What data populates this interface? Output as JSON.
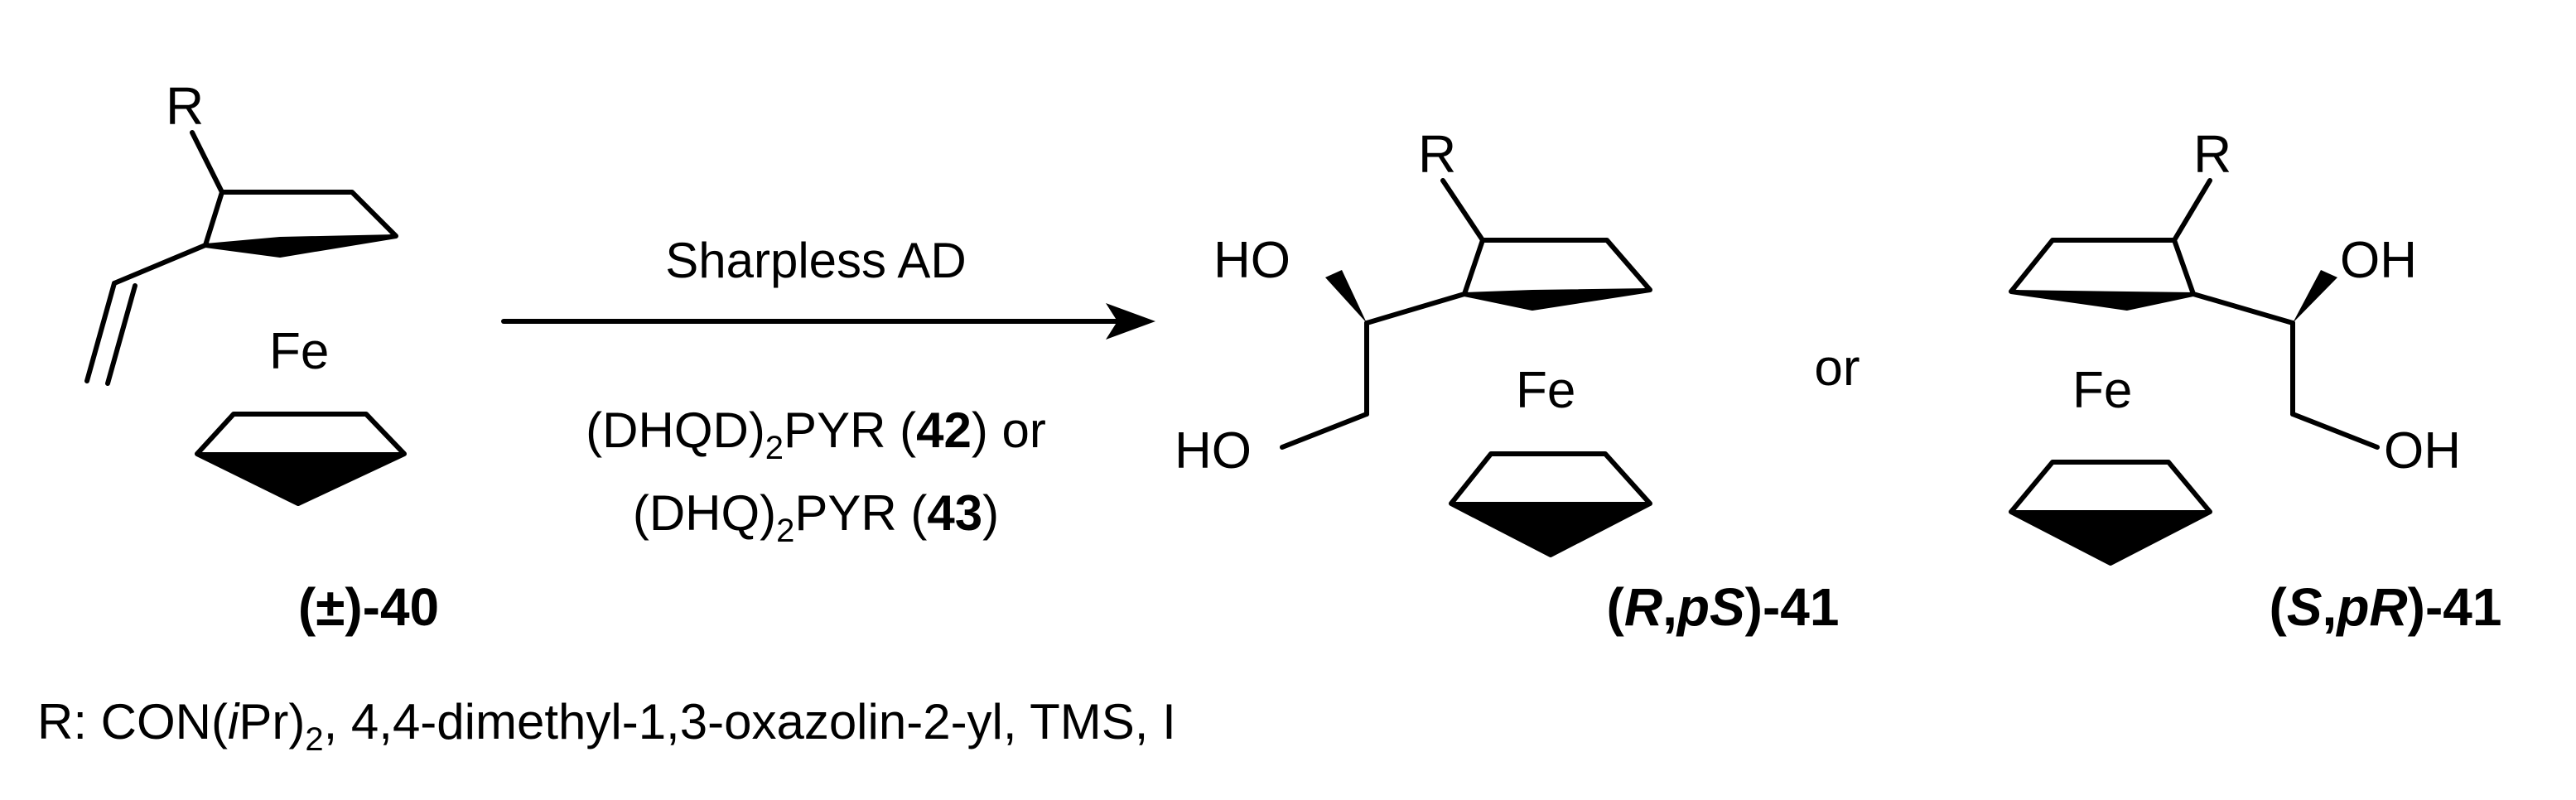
{
  "reagents": {
    "above_arrow": "Sharpless AD",
    "line1_pre": "(DHQD)",
    "line1_sub": "2",
    "line1_mid": "PYR (",
    "line1_bold": "42",
    "line1_post": ") or",
    "line2_pre": "(DHQ)",
    "line2_sub": "2",
    "line2_mid": "PYR (",
    "line2_bold": "43",
    "line2_post": ")"
  },
  "start": {
    "r_label": "R",
    "metal": "Fe",
    "label": "(±)-40"
  },
  "product_a": {
    "r_label": "R",
    "metal": "Fe",
    "oh_top": "HO",
    "oh_bottom": "HO",
    "label_pre": "(",
    "label_i1": "R",
    "label_mid": ",",
    "label_p": "p",
    "label_i2": "S",
    "label_post": ")-41"
  },
  "or_text": "or",
  "product_b": {
    "r_label": "R",
    "metal": "Fe",
    "oh_top": "OH",
    "oh_bottom": "OH",
    "label_pre": "(",
    "label_i1": "S",
    "label_mid": ",",
    "label_p": "p",
    "label_i2": "R",
    "label_post": ")-41"
  },
  "footnote": {
    "pre": "R: CON(",
    "italic": "i",
    "mid": "Pr)",
    "sub": "2",
    "post": ", 4,4-dimethyl-1,3-oxazolin-2-yl, TMS, I"
  }
}
